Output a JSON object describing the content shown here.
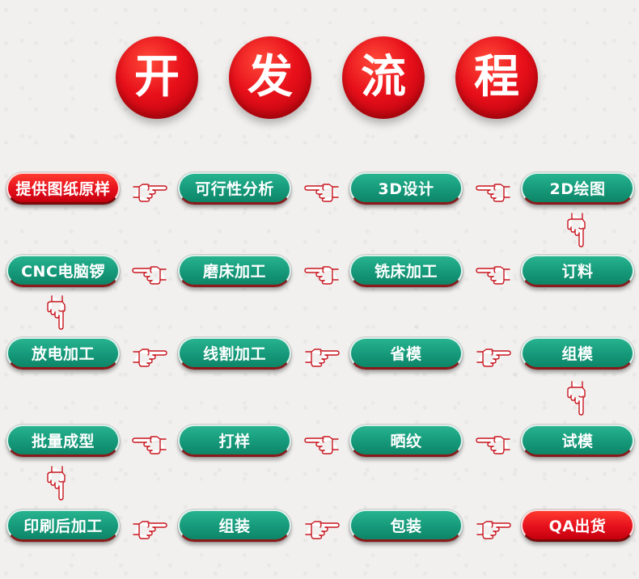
{
  "title": {
    "chars": [
      "开",
      "发",
      "流",
      "程"
    ]
  },
  "colors": {
    "green": "#15997a",
    "red": "#e5101c",
    "hand_outline": "#c8151f",
    "text": "#ffffff"
  },
  "steps": [
    "提供图纸原样",
    "可行性分析",
    "3D设计",
    "2D绘图",
    "CNC电脑锣",
    "磨床加工",
    "铣床加工",
    "订料",
    "放电加工",
    "线割加工",
    "省模",
    "组模",
    "批量成型",
    "打样",
    "晒纹",
    "试模",
    "印刷后加工",
    "组装",
    "包装",
    "QA出货"
  ],
  "icons": {
    "pointer": "pointing-hand-icon"
  }
}
